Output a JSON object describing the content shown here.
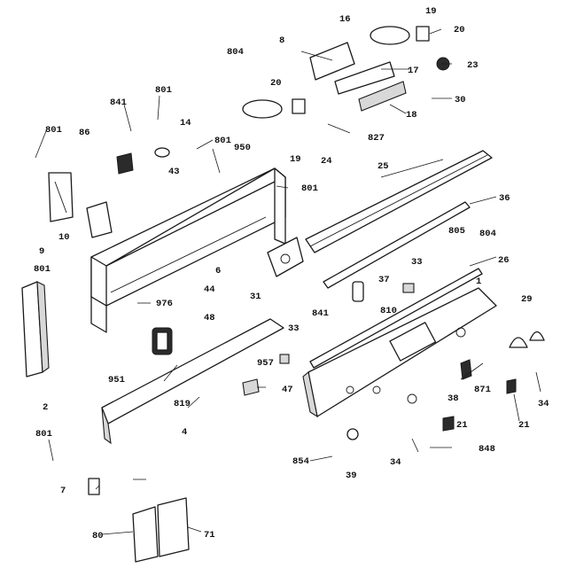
{
  "diagram": {
    "labels": {
      "p1": "1",
      "p2": "2",
      "p4": "4",
      "p6": "6",
      "p7": "7",
      "p8": "8",
      "p9": "9",
      "p10": "10",
      "p14": "14",
      "p16": "16",
      "p17": "17",
      "p18": "18",
      "p19a": "19",
      "p19b": "19",
      "p20a": "20",
      "p20b": "20",
      "p21a": "21",
      "p21b": "21",
      "p23": "23",
      "p24": "24",
      "p25": "25",
      "p26": "26",
      "p29": "29",
      "p30": "30",
      "p31": "31",
      "p33a": "33",
      "p33b": "33",
      "p34a": "34",
      "p34b": "34",
      "p36": "36",
      "p37": "37",
      "p38": "38",
      "p39": "39",
      "p43": "43",
      "p44": "44",
      "p47": "47",
      "p48": "48",
      "p71": "71",
      "p80": "80",
      "p801a": "801",
      "p801b": "801",
      "p801c": "801",
      "p801d": "801",
      "p801e": "801",
      "p801f": "801",
      "p804a": "804",
      "p804b": "804",
      "p805": "805",
      "p810": "810",
      "p819": "819",
      "p827": "827",
      "p841a": "841",
      "p841b": "841",
      "p848": "848",
      "p854": "854",
      "p86": "86",
      "p871": "871",
      "p950": "950",
      "p951": "951",
      "p957": "957",
      "p976": "976"
    }
  }
}
